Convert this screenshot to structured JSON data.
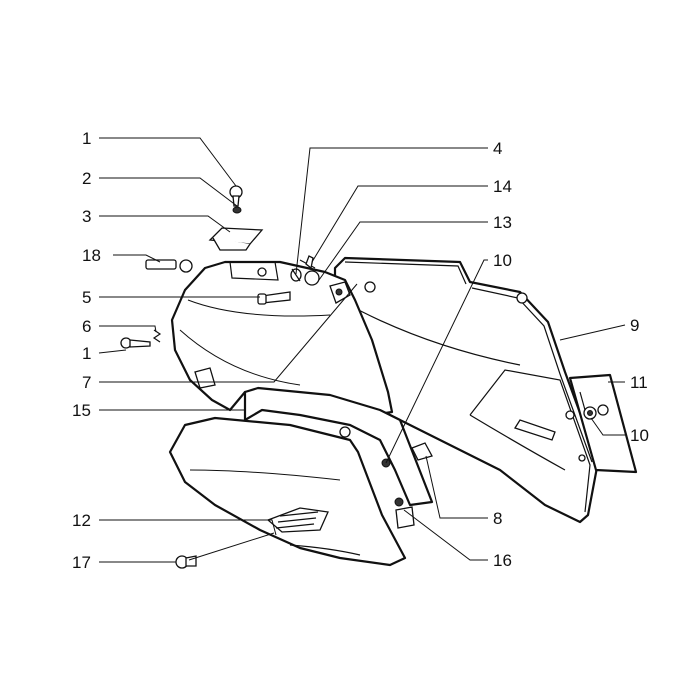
{
  "labels": {
    "l1a": "1",
    "l2": "2",
    "l3": "3",
    "l18": "18",
    "l5": "5",
    "l6": "6",
    "l1b": "1",
    "l7": "7",
    "l15": "15",
    "l12": "12",
    "l17": "17",
    "l4": "4",
    "l14": "14",
    "l13": "13",
    "l10a": "10",
    "l9": "9",
    "l11": "11",
    "l10b": "10",
    "l8": "8",
    "l16": "16"
  },
  "colors": {
    "line": "#111111",
    "background": "#ffffff"
  }
}
